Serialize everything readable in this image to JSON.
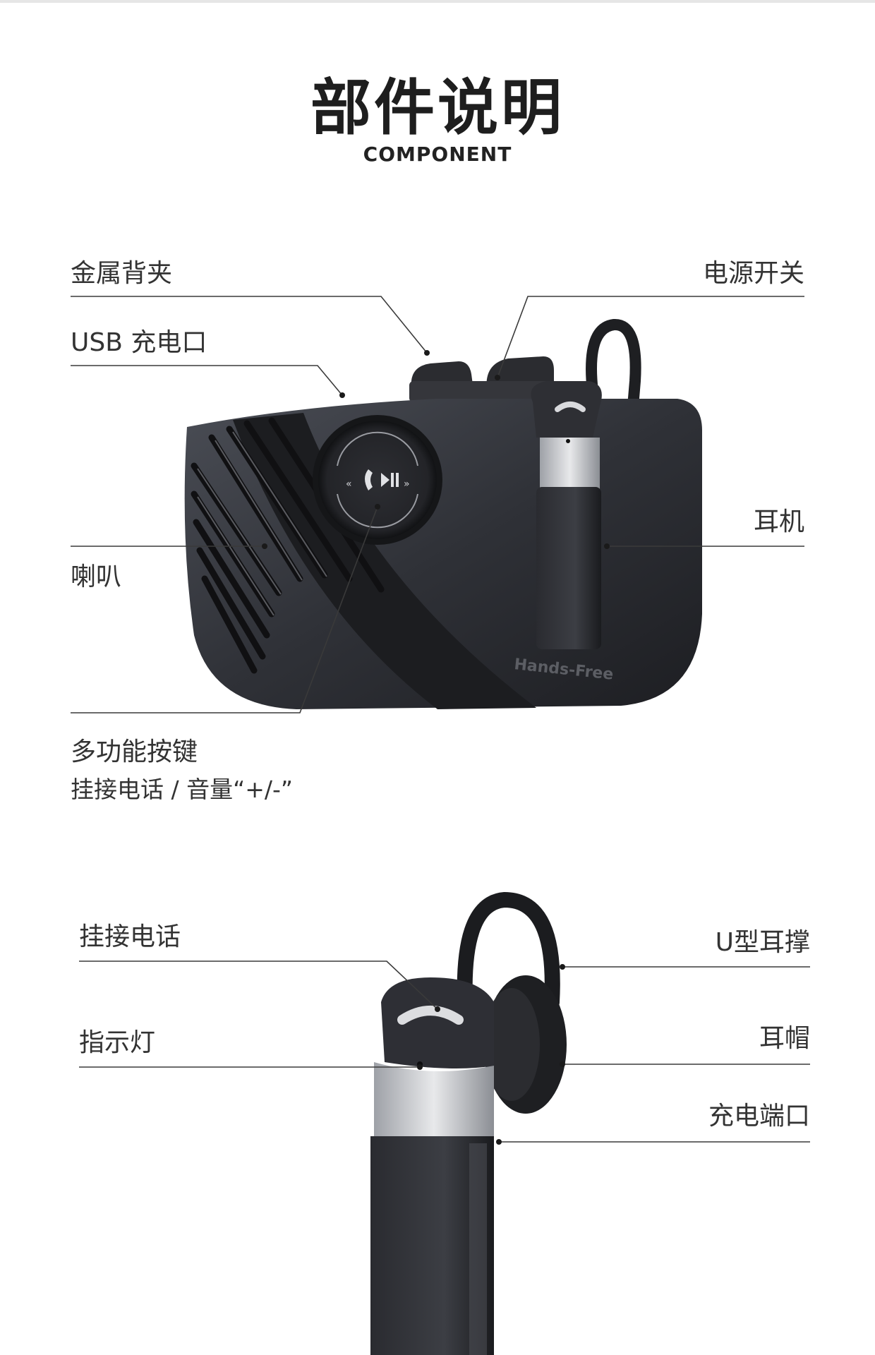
{
  "heading": {
    "title": "部件说明",
    "subtitle": "COMPONENT"
  },
  "device_labels": {
    "metal_clip": "金属背夹",
    "usb_port": "USB 充电口",
    "power_switch": "电源开关",
    "earphone": "耳机",
    "speaker": "喇叭",
    "multifunction_key": "多功能按键",
    "multifunction_desc": "挂接电话 / 音量“+/-”"
  },
  "product_print": {
    "brand_text": "Hands-Free"
  },
  "earpiece_labels": {
    "answer_call": "挂接电话",
    "indicator": "指示灯",
    "u_hook": "U型耳撑",
    "ear_cap": "耳帽",
    "charging_port": "充电端口"
  }
}
